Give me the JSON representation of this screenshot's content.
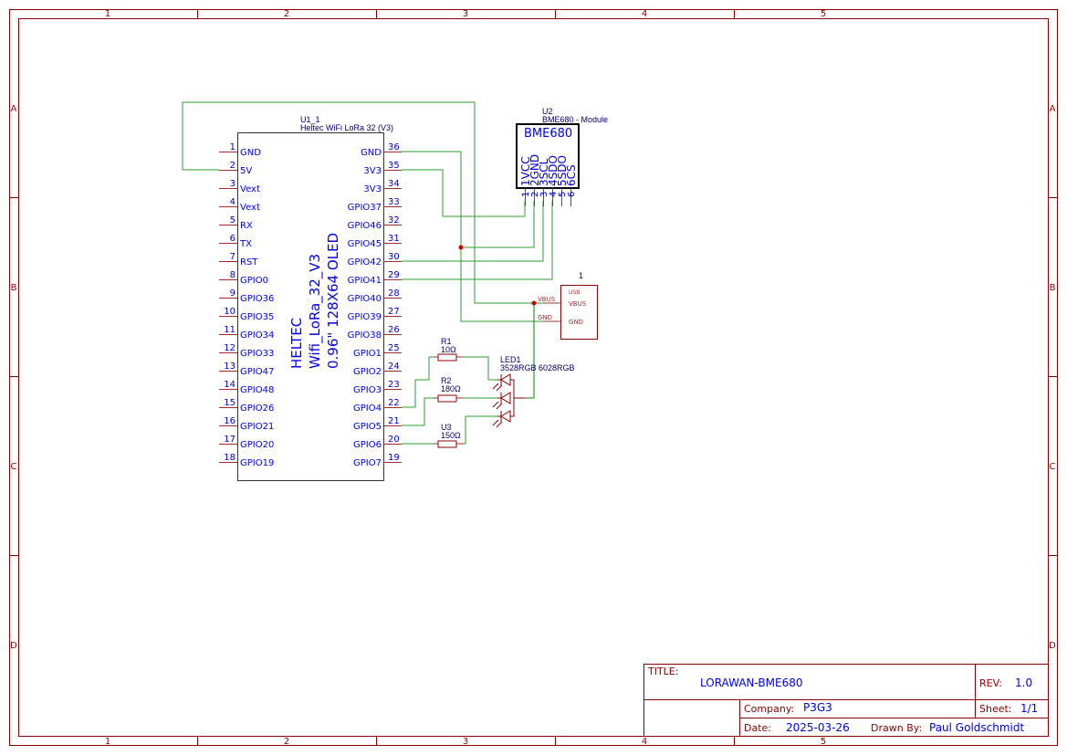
{
  "frame": {
    "columns": [
      "1",
      "2",
      "3",
      "4",
      "5"
    ],
    "rows": [
      "A",
      "B",
      "C",
      "D"
    ]
  },
  "u1": {
    "designator": "U1_1",
    "value": "Heltec WiFi LoRa 32 (V3)",
    "body_text": [
      "HELTEC",
      "Wifi_LoRa_32_V3",
      "0.96\" 128X64 OLED"
    ],
    "left_pins": [
      {
        "num": "1",
        "name": "GND"
      },
      {
        "num": "2",
        "name": "5V"
      },
      {
        "num": "3",
        "name": "Vext"
      },
      {
        "num": "4",
        "name": "Vext"
      },
      {
        "num": "5",
        "name": "RX"
      },
      {
        "num": "6",
        "name": "TX"
      },
      {
        "num": "7",
        "name": "RST"
      },
      {
        "num": "8",
        "name": "GPIO0"
      },
      {
        "num": "9",
        "name": "GPIO36"
      },
      {
        "num": "10",
        "name": "GPIO35"
      },
      {
        "num": "11",
        "name": "GPIO34"
      },
      {
        "num": "12",
        "name": "GPIO33"
      },
      {
        "num": "13",
        "name": "GPIO47"
      },
      {
        "num": "14",
        "name": "GPIO48"
      },
      {
        "num": "15",
        "name": "GPIO26"
      },
      {
        "num": "16",
        "name": "GPIO21"
      },
      {
        "num": "17",
        "name": "GPIO20"
      },
      {
        "num": "18",
        "name": "GPIO19"
      }
    ],
    "right_pins": [
      {
        "num": "36",
        "name": "GND"
      },
      {
        "num": "35",
        "name": "3V3"
      },
      {
        "num": "34",
        "name": "3V3"
      },
      {
        "num": "33",
        "name": "GPIO37"
      },
      {
        "num": "32",
        "name": "GPIO46"
      },
      {
        "num": "31",
        "name": "GPIO45"
      },
      {
        "num": "30",
        "name": "GPIO42"
      },
      {
        "num": "29",
        "name": "GPIO41"
      },
      {
        "num": "28",
        "name": "GPIO40"
      },
      {
        "num": "27",
        "name": "GPIO39"
      },
      {
        "num": "26",
        "name": "GPIO38"
      },
      {
        "num": "25",
        "name": "GPIO1"
      },
      {
        "num": "24",
        "name": "GPIO2"
      },
      {
        "num": "23",
        "name": "GPIO3"
      },
      {
        "num": "22",
        "name": "GPIO4"
      },
      {
        "num": "21",
        "name": "GPIO5"
      },
      {
        "num": "20",
        "name": "GPIO6"
      },
      {
        "num": "19",
        "name": "GPIO7"
      }
    ]
  },
  "u2": {
    "designator": "U2",
    "value": "BME680 - Module",
    "title": "BME680",
    "pins": [
      {
        "num": "1",
        "name": "VCC"
      },
      {
        "num": "2",
        "name": "GND"
      },
      {
        "num": "3",
        "name": "SCL"
      },
      {
        "num": "4",
        "name": "SDO"
      },
      {
        "num": "5",
        "name": "SDO"
      },
      {
        "num": "6",
        "name": "CS"
      }
    ]
  },
  "usb": {
    "designator": "1",
    "title": "USB",
    "pins": [
      "VBUS",
      "GND"
    ],
    "net_labels": [
      "VBUS",
      "GND"
    ]
  },
  "resistors": [
    {
      "designator": "R1",
      "value": "10Ω"
    },
    {
      "designator": "R2",
      "value": "180Ω"
    },
    {
      "designator": "U3",
      "value": "150Ω"
    }
  ],
  "led": {
    "designator": "LED1",
    "value": "3528RGB 6028RGB"
  },
  "title_block": {
    "title_label": "TITLE:",
    "title": "LORAWAN-BME680",
    "rev_label": "REV:",
    "rev": "1.0",
    "company_label": "Company:",
    "company": "P3G3",
    "sheet_label": "Sheet:",
    "sheet": "1/1",
    "date_label": "Date:",
    "date": "2025-03-26",
    "drawn_by_label": "Drawn By:",
    "drawn_by": "Paul Goldschmidt"
  },
  "colors": {
    "frame": "#880000",
    "wire": "#2e9e2e",
    "pin_text": "#0000ee",
    "junction": "#cc0000"
  }
}
